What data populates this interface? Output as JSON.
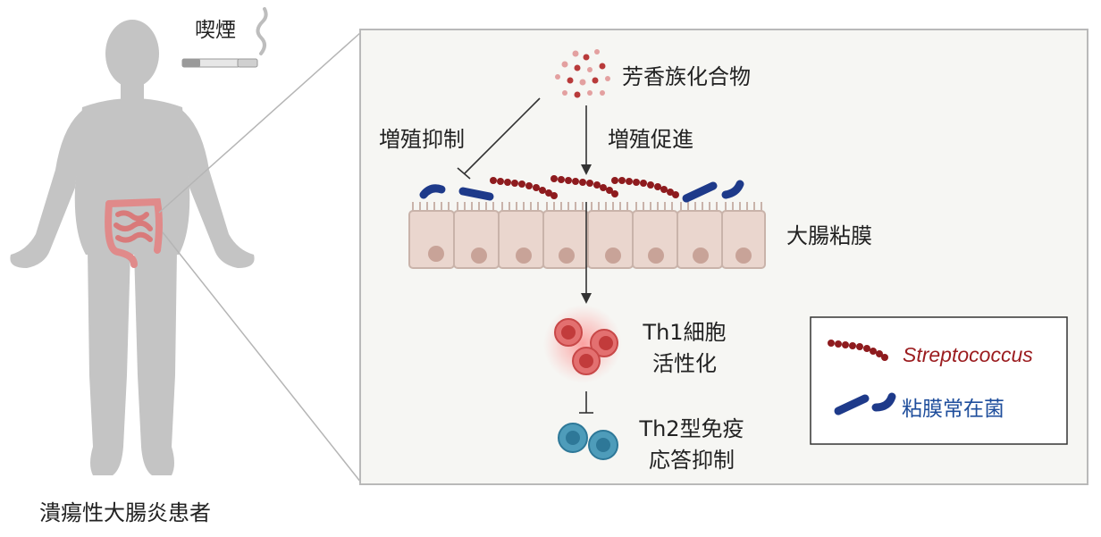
{
  "figure": {
    "patient_label": "潰瘍性大腸炎患者",
    "smoking_label": "喫煙",
    "compound_label": "芳香族化合物",
    "inhibit_growth_label": "増殖抑制",
    "promote_growth_label": "増殖促進",
    "mucosa_label": "大腸粘膜",
    "th1_label_line1": "Th1細胞",
    "th1_label_line2": "活性化",
    "th2_label_line1": "Th2型免疫",
    "th2_label_line2": "応答抑制"
  },
  "legend": {
    "streptococcus_label": "Streptococcus",
    "commensal_label": "粘膜常在菌"
  },
  "colors": {
    "body_gray": "#c4c4c4",
    "panel_bg": "#f6f6f3",
    "panel_border": "#b9b9b9",
    "strep_red": "#8e1b1e",
    "commensal_blue": "#1e3a8a",
    "cell_fill": "#ead6ce",
    "nucleus": "#c8a398",
    "th1_red": "#d23a3a",
    "th2_teal": "#3f8fb0"
  }
}
